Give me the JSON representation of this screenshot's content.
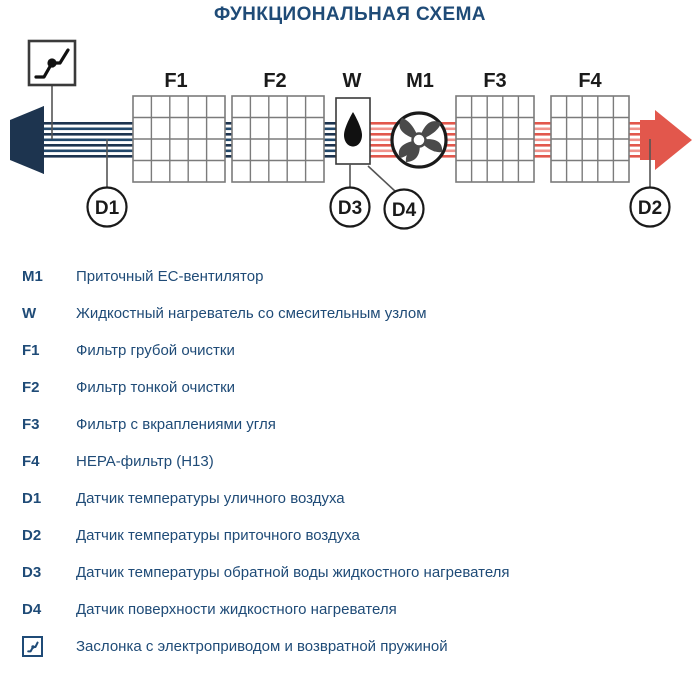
{
  "title": "ФУНКЦИОНАЛЬНАЯ СХЕМА",
  "colors": {
    "title_navy": "#1f4b77",
    "legend_navy": "#1f4b77",
    "intake_arrow": "#1d344f",
    "outlet_arrow": "#e2574c",
    "cold_flow": "#1d344f",
    "warm_flow": "#ef7b72",
    "component_outline": "#222222",
    "filter_grid": "#7b7b7b"
  },
  "diagram": {
    "components": [
      {
        "id": "damper",
        "label": "",
        "icon": "damper-icon"
      },
      {
        "id": "filter-f1",
        "label": "F1",
        "icon": "filter-grid-icon"
      },
      {
        "id": "filter-f2",
        "label": "F2",
        "icon": "filter-grid-icon"
      },
      {
        "id": "heater-w",
        "label": "W",
        "icon": "water-drop-icon"
      },
      {
        "id": "fan-m1",
        "label": "M1",
        "icon": "fan-icon"
      },
      {
        "id": "filter-f3",
        "label": "F3",
        "icon": "filter-grid-icon"
      },
      {
        "id": "filter-f4",
        "label": "F4",
        "icon": "filter-grid-icon"
      }
    ],
    "labels": {
      "f1": "F1",
      "f2": "F2",
      "w": "W",
      "m1": "M1",
      "f3": "F3",
      "f4": "F4"
    },
    "sensors": [
      {
        "id": "d1",
        "label": "D1"
      },
      {
        "id": "d3",
        "label": "D3"
      },
      {
        "id": "d4",
        "label": "D4"
      },
      {
        "id": "d2",
        "label": "D2"
      }
    ]
  },
  "legend": {
    "rows": [
      {
        "code": "M1",
        "icon": null,
        "text": "Приточный ЕС-вентилятор"
      },
      {
        "code": "W",
        "icon": null,
        "text": "Жидкостный нагреватель со смесительным узлом"
      },
      {
        "code": "F1",
        "icon": null,
        "text": "Фильтр грубой очистки"
      },
      {
        "code": "F2",
        "icon": null,
        "text": "Фильтр тонкой очистки"
      },
      {
        "code": "F3",
        "icon": null,
        "text": "Фильтр с вкраплениями угля"
      },
      {
        "code": "F4",
        "icon": null,
        "text": "HEPA-фильтр (H13)"
      },
      {
        "code": "D1",
        "icon": null,
        "text": "Датчик температуры уличного воздуха"
      },
      {
        "code": "D2",
        "icon": null,
        "text": "Датчик температуры приточного воздуха"
      },
      {
        "code": "D3",
        "icon": null,
        "text": "Датчик температуры обратной воды жидкостного нагревателя"
      },
      {
        "code": "D4",
        "icon": null,
        "text": "Датчик поверхности жидкостного нагревателя"
      },
      {
        "code": "",
        "icon": "damper-icon",
        "text": "Заслонка с электроприводом и возвратной пружиной"
      }
    ]
  }
}
